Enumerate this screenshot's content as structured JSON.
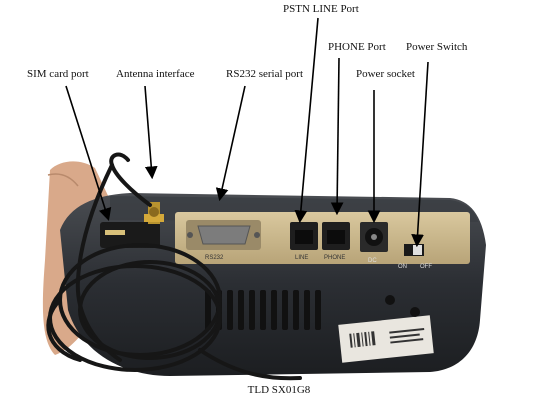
{
  "figure": {
    "caption": "TLD SX01G8"
  },
  "callouts": {
    "sim_card_port": "SIM card port",
    "antenna_interface": "Antenna interface",
    "rs232_serial_port": "RS232 serial port",
    "pstn_line_port": "PSTN LINE Port",
    "phone_port": "PHONE Port",
    "power_socket": "Power socket",
    "power_switch": "Power Switch"
  },
  "device_markings": {
    "rs232": "RS232",
    "line": "LINE",
    "phone": "PHONE",
    "dc": "DC",
    "on": "ON",
    "off": "OFF"
  },
  "colors": {
    "device_body": "#2b2e33",
    "device_top": "#3a3d42",
    "port_panel": "#c9b68a",
    "label_sticker": "#e9e6df",
    "cable": "#161616",
    "hand": "#d9a98a",
    "arrow": "#000000"
  }
}
